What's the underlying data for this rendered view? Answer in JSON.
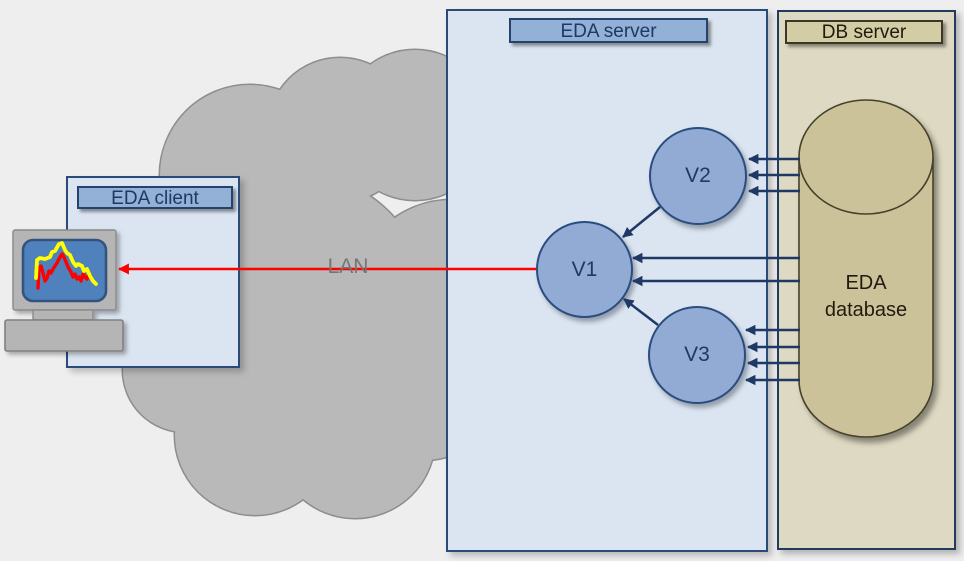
{
  "diagram": {
    "client": {
      "title": "EDA client"
    },
    "server": {
      "title": "EDA server",
      "nodes": [
        {
          "label": "V1"
        },
        {
          "label": "V2"
        },
        {
          "label": "V3"
        }
      ]
    },
    "db": {
      "title": "DB server",
      "database_label_lines": [
        "EDA",
        "database"
      ]
    },
    "network": {
      "label": "LAN"
    }
  },
  "colors": {
    "background": "#eeeeee",
    "cloud_fill": "#b9b9b9",
    "cloud_stroke": "#8d8d8d",
    "panel_blue_fill": "#dbe5f1",
    "panel_blue_border": "#2a4a7a",
    "title_blue_fill": "#93b1d6",
    "node_fill": "#92abd4",
    "node_border": "#2b4c7e",
    "navy_text_and_arrows": "#1f3864",
    "db_panel_fill": "#ded9c2",
    "db_title_fill": "#d3cda5",
    "cylinder_fill": "#cbc29a",
    "cylinder_stroke": "#45422a",
    "red_arrow": "#ff0000",
    "lan_text": "#757575",
    "screen_blue": "#4f81bd",
    "chart_line_yellow": "#ffff00",
    "chart_line_red": "#ff0000",
    "monitor_gray": "#b5b5b5"
  }
}
